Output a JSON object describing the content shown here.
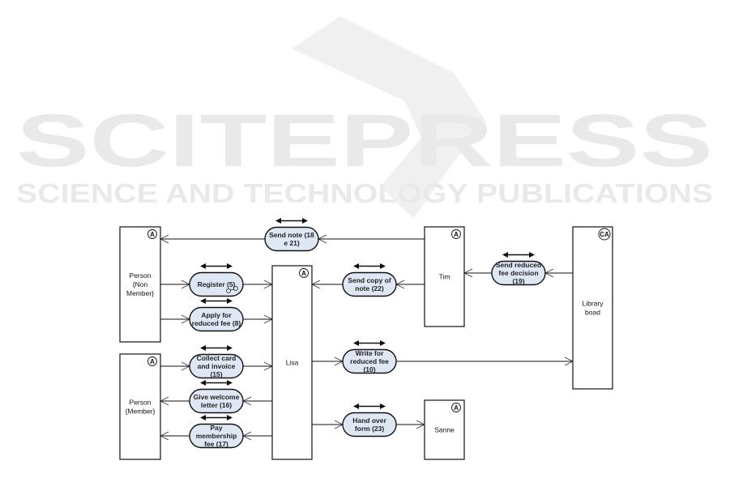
{
  "watermark": {
    "title": "SCITEPRESS",
    "subtitle": "SCIENCE AND TECHNOLOGY PUBLICATIONS"
  },
  "actors": [
    {
      "id": "person-non-member",
      "lines": [
        "Person",
        "{Non",
        "Member}"
      ],
      "badge": "A"
    },
    {
      "id": "person-member",
      "lines": [
        "Person",
        "{Member}"
      ],
      "badge": "A"
    },
    {
      "id": "lisa",
      "lines": [
        "Lisa"
      ],
      "badge": "A"
    },
    {
      "id": "tim",
      "lines": [
        "Tim"
      ],
      "badge": "A"
    },
    {
      "id": "library-board",
      "lines": [
        "Library",
        "boad"
      ],
      "badge": "CA"
    },
    {
      "id": "sanne",
      "lines": [
        "Sanne"
      ],
      "badge": "A"
    }
  ],
  "transactions": [
    {
      "id": "send-note",
      "lines": [
        "Send note (18",
        "e 21)"
      ],
      "from": "tim",
      "to": "person-non-member"
    },
    {
      "id": "register",
      "lines": [
        "Register (5)"
      ],
      "from": "person-non-member",
      "to": "lisa"
    },
    {
      "id": "apply-reduced-fee",
      "lines": [
        "Apply for",
        "reduced fee (8)"
      ],
      "from": "person-non-member",
      "to": "lisa"
    },
    {
      "id": "collect-card-invoice",
      "lines": [
        "Collect card",
        "and invoice",
        "(15)"
      ],
      "from": "person-member",
      "to": "lisa"
    },
    {
      "id": "give-welcome-letter",
      "lines": [
        "Give welcome",
        "letter (16)"
      ],
      "from": "lisa",
      "to": "person-member"
    },
    {
      "id": "pay-membership-fee",
      "lines": [
        "Pay",
        "membership",
        "fee (17)"
      ],
      "from": "lisa",
      "to": "person-member"
    },
    {
      "id": "send-copy-note",
      "lines": [
        "Send copy of",
        "note (22)"
      ],
      "from": "tim",
      "to": "lisa"
    },
    {
      "id": "write-reduced-fee",
      "lines": [
        "Write for",
        "reduced fee",
        "(10)"
      ],
      "from": "lisa",
      "to": "library-board"
    },
    {
      "id": "hand-over-form",
      "lines": [
        "Hand over",
        "form (23)"
      ],
      "from": "lisa",
      "to": "sanne"
    },
    {
      "id": "send-reduced-fee-decision",
      "lines": [
        "Send reduced",
        "fee decision",
        "(19)"
      ],
      "from": "library-board",
      "to": "tim"
    }
  ],
  "colors": {
    "oval_fill": "#dfe7f5",
    "stroke": "#111111",
    "watermark": "#e9e9e9"
  }
}
